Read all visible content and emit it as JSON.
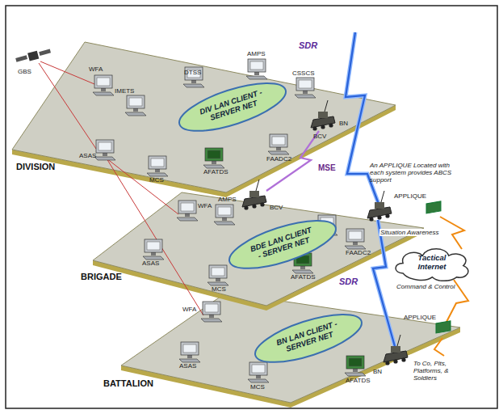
{
  "diagram": {
    "nodes": [
      {
        "text": [
          "DIV LAN CLIENT - SERVER NET"
        ]
      },
      {
        "text": [
          "BDE LAN CLIENT - SERVER NET"
        ]
      },
      {
        "text": [
          "BN LAN CLIENT - SERVER NET"
        ]
      },
      {
        "text": [
          "Tactical Internet"
        ]
      }
    ],
    "labels": [
      "GBS",
      "WFA",
      "IMETS",
      "DTSS",
      "AMPS",
      "CSSCS",
      "BCV",
      "BN",
      "FAADC2",
      "AFATDS",
      "MCS",
      "ASAS",
      "DIVISION",
      "MSE",
      "SDR",
      "WFA",
      "AMPS",
      "BCV",
      "APPLIQUE",
      "An APPLIQUE Located with each system provides ABCS support",
      "FAADC2",
      "Situation Awareness",
      "ASAS",
      "MCS",
      "AFATDS",
      "BRIGADE",
      "SDR",
      "Command & Control",
      "WFA",
      "APPLIQUE",
      "ASAS",
      "MCS",
      "AFATDS",
      "BN",
      "BATTALION",
      "To Co, Plts, Platforms, & Soldiers"
    ]
  }
}
